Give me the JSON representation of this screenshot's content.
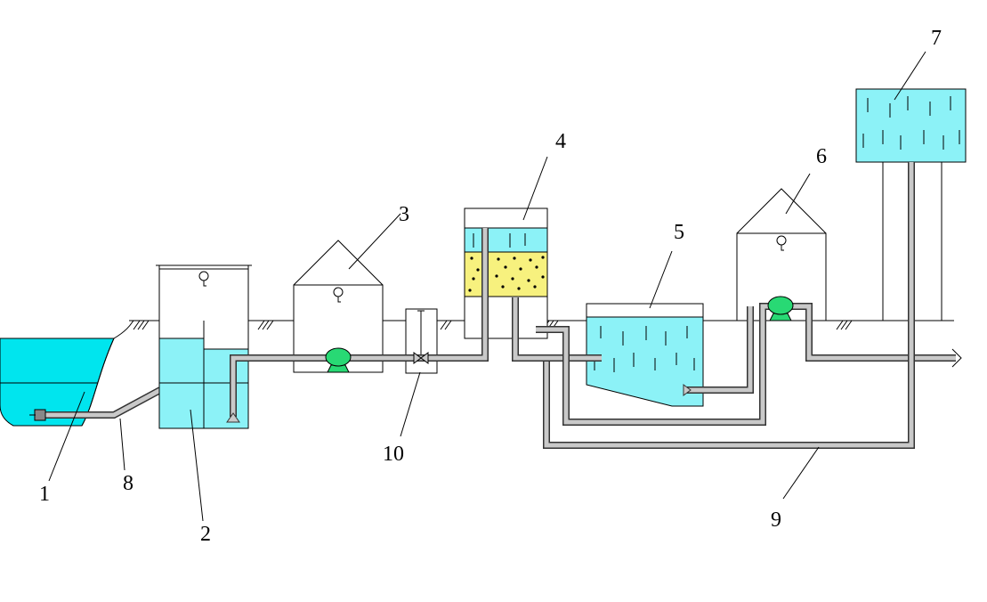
{
  "labels": {
    "l1": "1",
    "l2": "2",
    "l3": "3",
    "l4": "4",
    "l5": "5",
    "l6": "6",
    "l7": "7",
    "l8": "8",
    "l9": "9",
    "l10": "10"
  },
  "colors": {
    "river": "#00e5ee",
    "water": "#8cf2f7",
    "filter_media": "#f7f17e",
    "pump": "#28d974",
    "pipe": "#c9c9c9"
  }
}
